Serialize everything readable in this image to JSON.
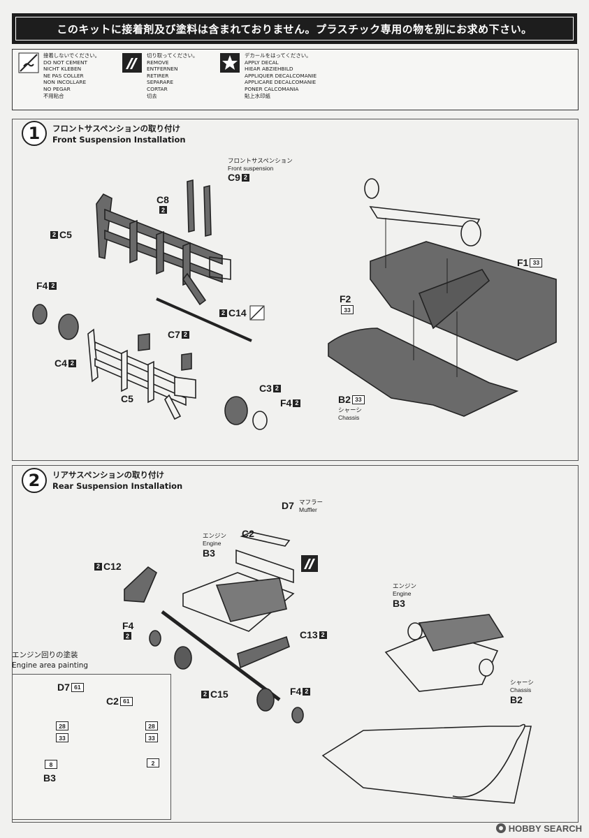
{
  "banner": {
    "text": "このキットに接着剤及び塗料は含まれておりません。プラスチック専用の物を別にお求め下さい。"
  },
  "legend": [
    {
      "icon": "no-cement-icon",
      "lines": [
        "接着しないでください。",
        "DO NOT CEMENT",
        "NICHT KLEBEN",
        "NE PAS COLLER",
        "NON INCOLLARE",
        "NO PEGAR",
        "不用粘合"
      ]
    },
    {
      "icon": "remove-cut-icon",
      "lines": [
        "切り取ってください。",
        "REMOVE",
        "ENTFERNEN",
        "RETIRER",
        "SEPARARE",
        "CORTAR",
        "切去"
      ]
    },
    {
      "icon": "apply-decal-star-icon",
      "lines": [
        "デカールをはってください。",
        "APPLY DECAL",
        "HIEAR ABZIEHBILD",
        "APPLIQUER DECALCOMANIE",
        "APPLICARE DECALCOMANIE",
        "PONER CALCOMANIA",
        "貼上水印紙"
      ]
    }
  ],
  "step1": {
    "number": "1",
    "title_jp": "フロントサスペンションの取り付け",
    "title_en": "Front Suspension Installation",
    "front_susp_jp": "フロントサスペンション",
    "front_susp_en": "Front suspension",
    "labels": {
      "c9": "C9",
      "c9_n": "2",
      "c8": "C8",
      "c8_n": "2",
      "c5a": "C5",
      "c5a_n": "2",
      "f4a": "F4",
      "f4a_n": "2",
      "c14": "C14",
      "c14_n": "2",
      "c7": "C7",
      "c7_n": "2",
      "c4": "C4",
      "c4_n": "2",
      "c5b": "C5",
      "c3": "C3",
      "c3_n": "2",
      "f4b": "F4",
      "f4b_n": "2",
      "f1": "F1",
      "f1_n": "33",
      "f2": "F2",
      "f2_n": "33",
      "b2": "B2",
      "b2_n": "33",
      "chassis_jp": "シャーシ",
      "chassis_en": "Chassis"
    }
  },
  "step2": {
    "number": "2",
    "title_jp": "リアサスペンションの取り付け",
    "title_en": "Rear Suspension Installation",
    "labels": {
      "d7": "D7",
      "muffler_jp": "マフラー",
      "muffler_en": "Muffler",
      "c2": "C2",
      "engine_jp": "エンジン",
      "engine_en": "Engine",
      "b3": "B3",
      "c12": "C12",
      "c12_n": "2",
      "f4a": "F4",
      "f4a_n": "2",
      "c13": "C13",
      "c13_n": "2",
      "c15": "C15",
      "c15_n": "2",
      "f4b": "F4",
      "f4b_n": "2",
      "engine2_jp": "エンジン",
      "engine2_en": "Engine",
      "b3b": "B3",
      "chassis_jp": "シャーシ",
      "chassis_en": "Chassis",
      "b2": "B2"
    }
  },
  "inset": {
    "title_jp": "エンジン回りの塗装",
    "title_en": "Engine area painting",
    "d7": "D7",
    "d7_n": "61",
    "c2": "C2",
    "c2_n": "61",
    "n28a": "28",
    "n33a": "33",
    "n28b": "28",
    "n33b": "33",
    "n8": "8",
    "n2": "2",
    "b3": "B3"
  },
  "watermark": {
    "text": "HOBBY SEARCH"
  }
}
